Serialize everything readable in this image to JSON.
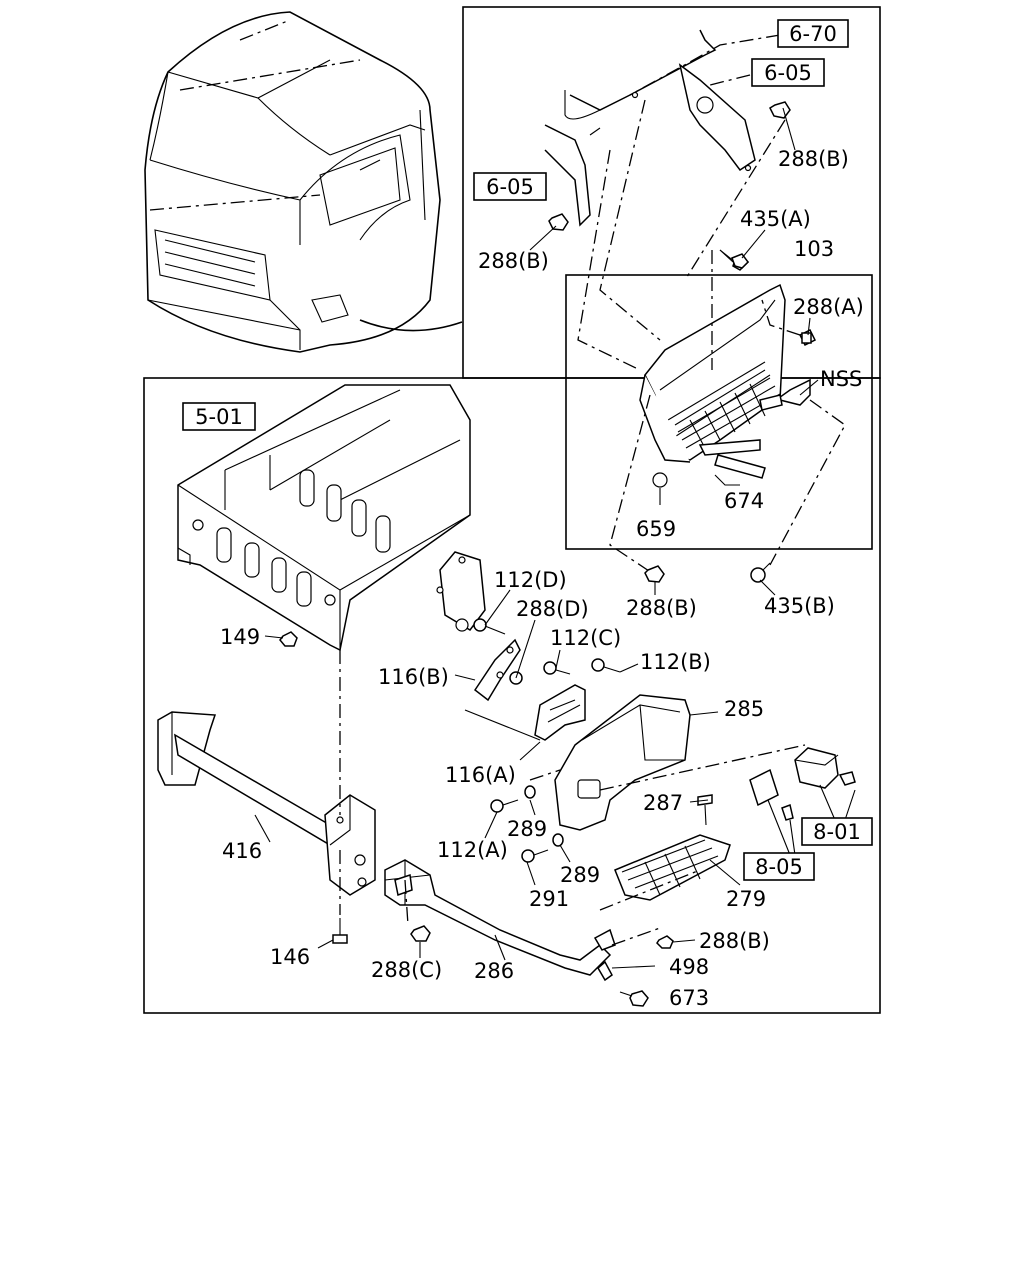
{
  "labels": {
    "ref_6_70": "6-70",
    "ref_6_05_top": "6-05",
    "ref_6_05_left": "6-05",
    "ref_5_01": "5-01",
    "ref_8_01": "8-01",
    "ref_8_05": "8-05",
    "p288b_top": "288(B)",
    "p288b_left": "288(B)",
    "p435a": "435(A)",
    "p103": "103",
    "p288a": "288(A)",
    "nss": "NSS",
    "p674": "674",
    "p659": "659",
    "p288b_mid": "288(B)",
    "p435b": "435(B)",
    "p112d": "112(D)",
    "p288d": "288(D)",
    "p149": "149",
    "p112c": "112(C)",
    "p112b": "112(B)",
    "p116b": "116(B)",
    "p285": "285",
    "p116a": "116(A)",
    "p287": "287",
    "p289_a": "289",
    "p112a": "112(A)",
    "p416": "416",
    "p289_b": "289",
    "p291": "291",
    "p279": "279",
    "p146": "146",
    "p288c": "288(C)",
    "p286": "286",
    "p288b_bottom": "288(B)",
    "p498": "498",
    "p673": "673"
  }
}
